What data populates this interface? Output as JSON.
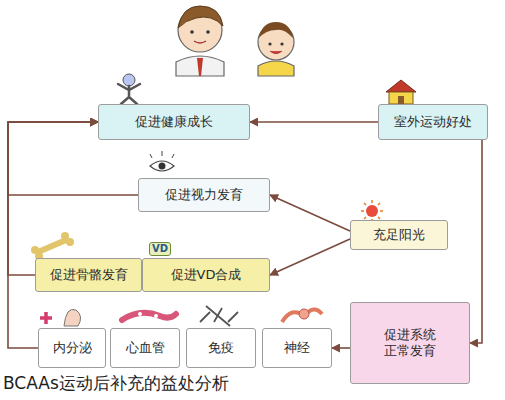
{
  "diagram": {
    "caption": "BCAAs运动后补充的益处分析",
    "nodes": [
      {
        "text": [
          "促进健康成长"
        ]
      },
      {
        "text": [
          "室外运动好处"
        ]
      },
      {
        "text": [
          "促进视力发育"
        ]
      },
      {
        "text": [
          "充足阳光"
        ]
      },
      {
        "text": [
          "促进骨骼发育"
        ]
      },
      {
        "text": [
          "促进VD合成"
        ]
      },
      {
        "text": [
          "促进系统正常发育"
        ]
      },
      {
        "text": [
          "内分泌"
        ]
      },
      {
        "text": [
          "心血管"
        ]
      },
      {
        "text": [
          "免疫"
        ]
      },
      {
        "text": [
          "神经"
        ]
      }
    ],
    "edges": [
      {
        "from": 1,
        "to": 0,
        "arrow": "to"
      },
      {
        "from": 3,
        "to": 2,
        "arrow": "to"
      },
      {
        "from": 3,
        "to": 5,
        "arrow": "to"
      },
      {
        "from": 1,
        "to": 6,
        "arrow": "to"
      },
      {
        "from": 6,
        "to": 10,
        "arrow": "to"
      },
      {
        "from": 2,
        "to": 0,
        "arrow": "to"
      },
      {
        "from": 4,
        "to": 0,
        "arrow": "to"
      },
      {
        "from": 7,
        "to": 0,
        "arrow": "to"
      }
    ],
    "labels": [
      "VD"
    ]
  }
}
